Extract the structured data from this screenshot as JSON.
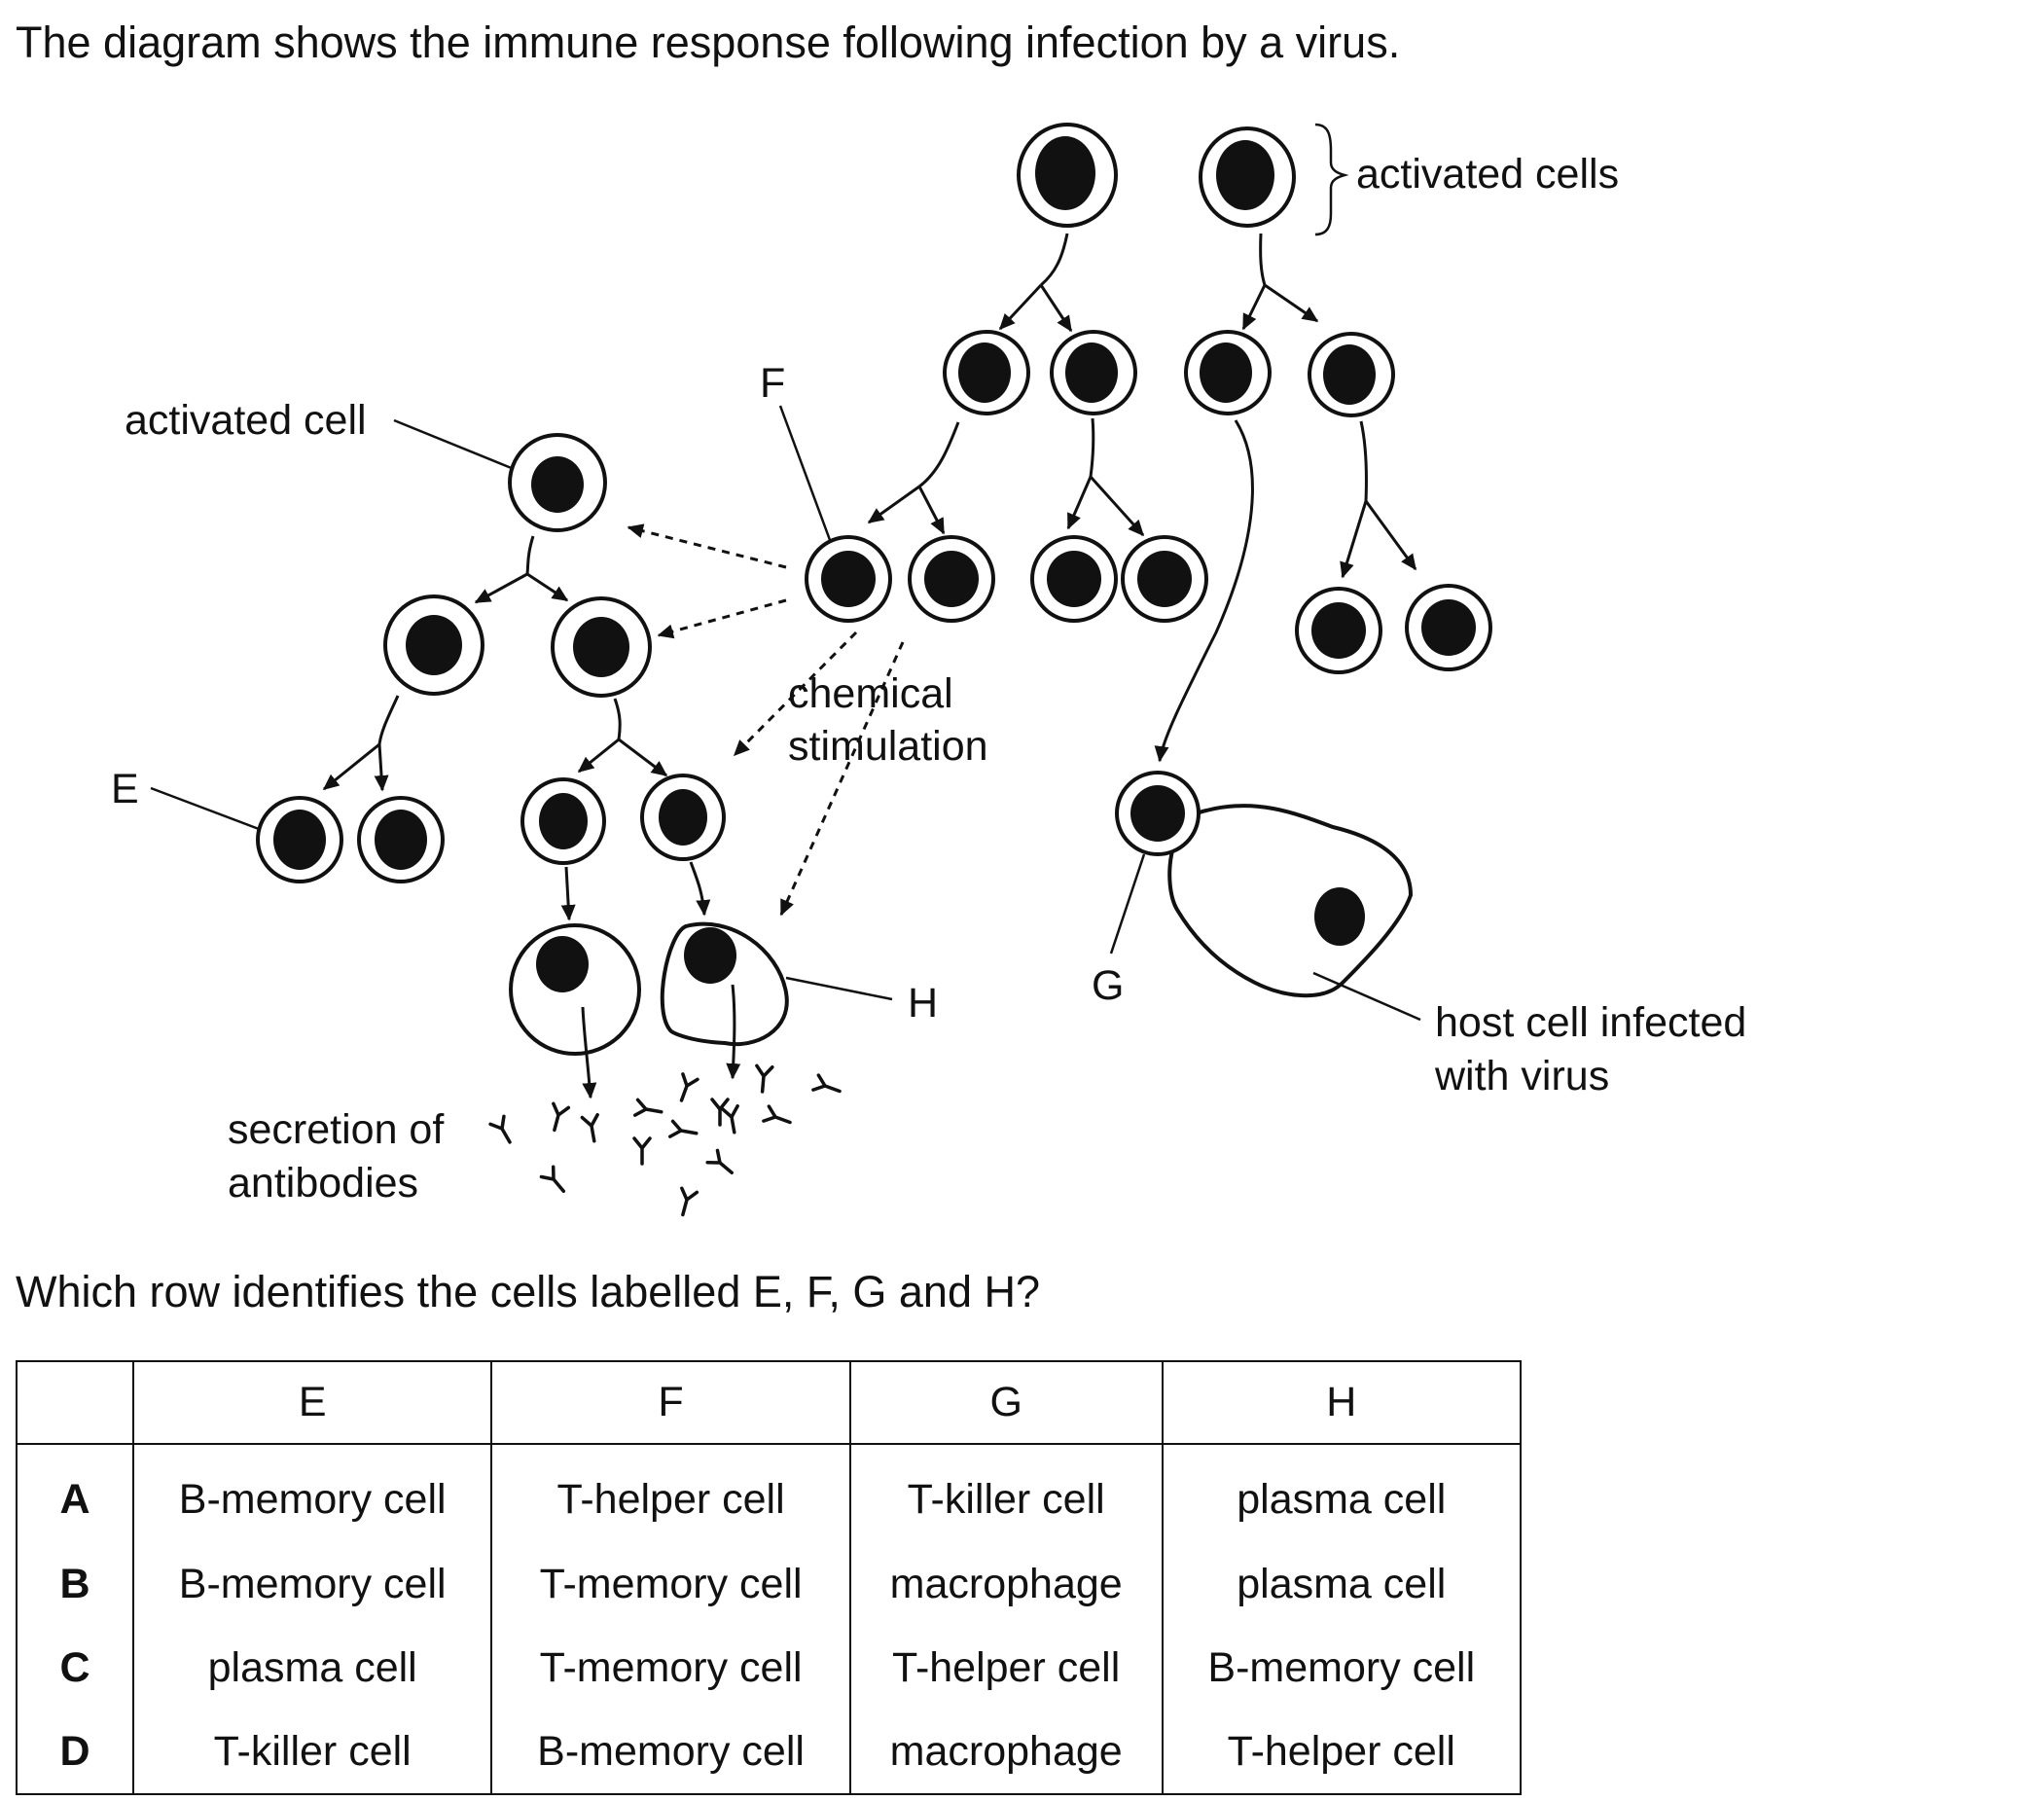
{
  "intro_text": "The diagram shows the immune response following infection by a virus.",
  "diagram": {
    "labels": {
      "activated_cells": "activated cells",
      "activated_cell": "activated cell",
      "F": "F",
      "E": "E",
      "G": "G",
      "H": "H",
      "chemical_line1": "chemical",
      "chemical_line2": "stimulation",
      "secretion_line1": "secretion of",
      "secretion_line2": "antibodies",
      "host_line1": "host cell infected",
      "host_line2": "with virus"
    }
  },
  "question_text": "Which row identifies the cells labelled E, F, G and H?",
  "table": {
    "headers": [
      "",
      "E",
      "F",
      "G",
      "H"
    ],
    "rows": [
      {
        "option": "A",
        "E": "B-memory cell",
        "F": "T-helper cell",
        "G": "T-killer cell",
        "H": "plasma cell"
      },
      {
        "option": "B",
        "E": "B-memory cell",
        "F": "T-memory cell",
        "G": "macrophage",
        "H": "plasma cell"
      },
      {
        "option": "C",
        "E": "plasma cell",
        "F": "T-memory cell",
        "G": "T-helper cell",
        "H": "B-memory cell"
      },
      {
        "option": "D",
        "E": "T-killer cell",
        "F": "B-memory cell",
        "G": "macrophage",
        "H": "T-helper cell"
      }
    ]
  }
}
